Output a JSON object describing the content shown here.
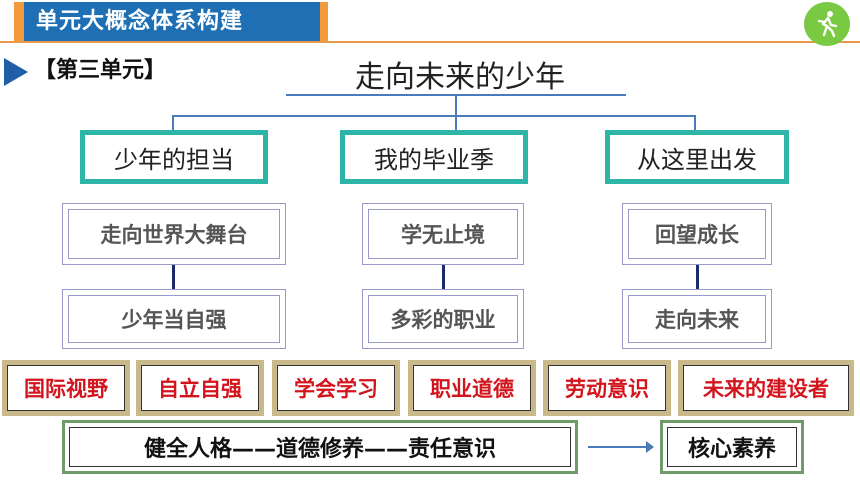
{
  "header": {
    "title": "单元大概念体系构建"
  },
  "unit_label": "【第三单元】",
  "main_title": "走向未来的少年",
  "branches": [
    {
      "label": "少年的担当",
      "subs": [
        "走向世界大舞台",
        "少年当自强"
      ]
    },
    {
      "label": "我的毕业季",
      "subs": [
        "学无止境",
        "多彩的职业"
      ]
    },
    {
      "label": "从这里出发",
      "subs": [
        "回望成长",
        "走向未来"
      ]
    }
  ],
  "tags": [
    "国际视野",
    "自立自强",
    "学会学习",
    "职业道德",
    "劳动意识",
    "未来的建设者"
  ],
  "footer": {
    "chain": "健全人格——道德修养——责任意识",
    "result": "核心素养"
  },
  "colors": {
    "banner_blue": "#1f6fb5",
    "banner_orange": "#f39a3c",
    "teal": "#2db5a8",
    "tag_red": "#d4141c"
  },
  "icons": {
    "top_right": "running-person-icon",
    "unit_marker": "triangle-arrow-icon"
  }
}
